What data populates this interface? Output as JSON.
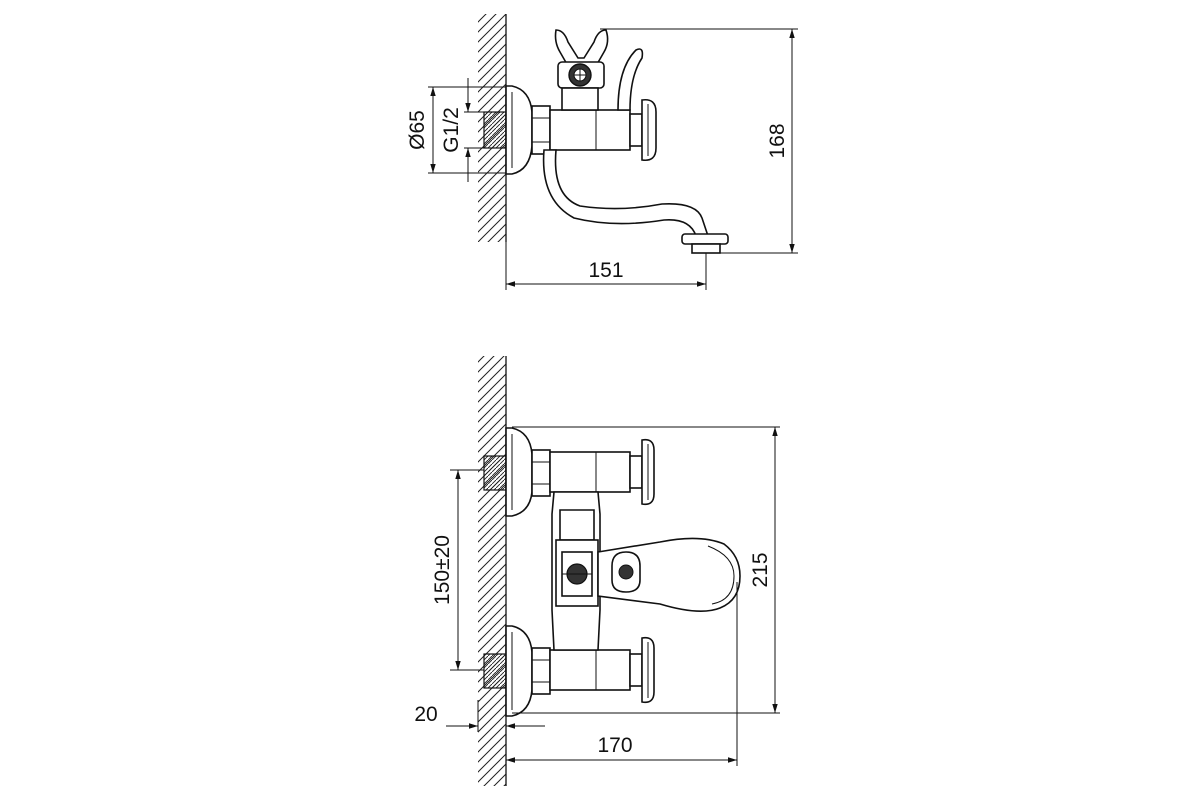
{
  "side_view": {
    "diameter_label": "Ø65",
    "thread_label": "G1/2",
    "height_label": "168",
    "depth_label": "151"
  },
  "top_view": {
    "spacing_label": "150±20",
    "height_label": "215",
    "wall_offset_label": "20",
    "depth_label": "170"
  }
}
